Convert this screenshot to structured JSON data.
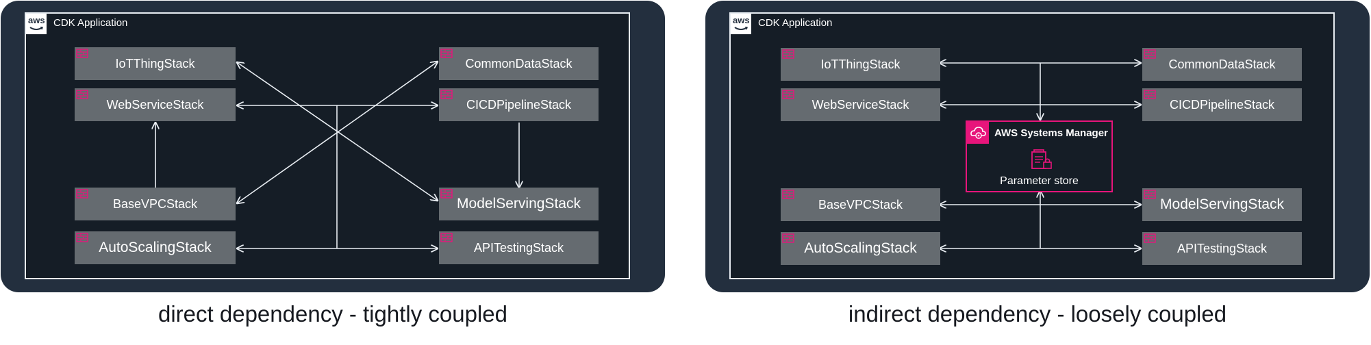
{
  "left_panel": {
    "app_label": "CDK Application",
    "badge_text": "aws",
    "caption": "direct dependency - tightly coupled",
    "stacks": {
      "iot": "IoTThingStack",
      "web": "WebServiceStack",
      "base": "BaseVPCStack",
      "auto": "AutoScalingStack",
      "common": "CommonDataStack",
      "cicd": "CICDPipelineStack",
      "model": "ModelServingStack",
      "api": "APITestingStack"
    }
  },
  "right_panel": {
    "app_label": "CDK Application",
    "badge_text": "aws",
    "caption": "indirect dependency - loosely coupled",
    "stacks": {
      "iot": "IoTThingStack",
      "web": "WebServiceStack",
      "base": "BaseVPCStack",
      "auto": "AutoScalingStack",
      "common": "CommonDataStack",
      "cicd": "CICDPipelineStack",
      "model": "ModelServingStack",
      "api": "APITestingStack"
    },
    "ssm": {
      "title": "AWS Systems Manager",
      "param": "Parameter store"
    }
  },
  "colors": {
    "outer": "#232f3e",
    "inner": "#151d26",
    "stack": "#656b70",
    "accent_pink": "#e7157b"
  }
}
